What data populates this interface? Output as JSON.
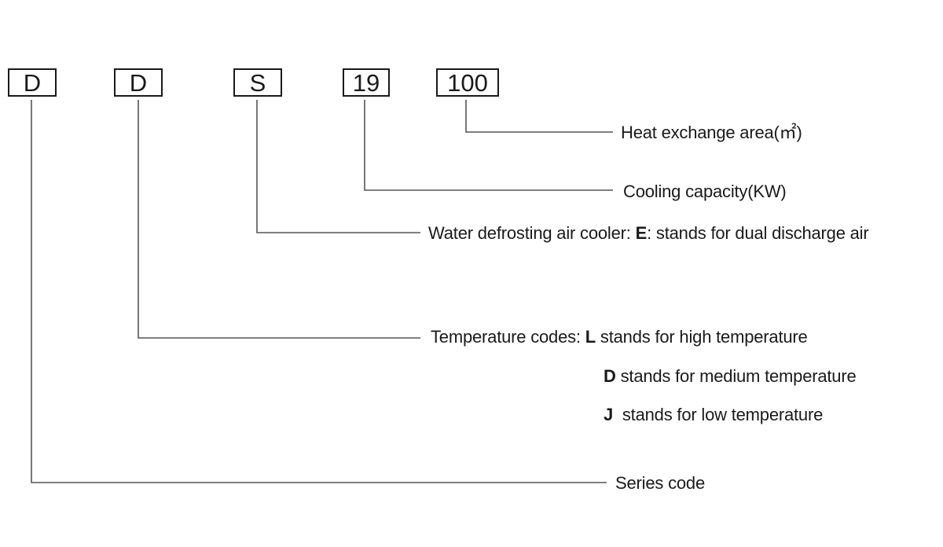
{
  "codes": {
    "series": "D",
    "temperature": "D",
    "defrost": "S",
    "capacity": "19",
    "area": "100"
  },
  "labels": {
    "area": "Heat exchange area(㎡)",
    "capacity": "Cooling capacity(KW)",
    "defrost_prefix": "Water defrosting air cooler: ",
    "defrost_letter": "E",
    "defrost_suffix": ": stands for dual discharge air",
    "temp_prefix": "Temperature codes: ",
    "temp_l_letter": "L",
    "temp_l_text": " stands for high temperature",
    "temp_d_letter": "D",
    "temp_d_text": " stands for medium temperature",
    "temp_j_letter": "J",
    "temp_j_text": "  stands for low temperature",
    "series": "Series code"
  },
  "colors": {
    "line": "#555555",
    "box_border": "#1a1a1a",
    "text": "#1a1a1a"
  }
}
